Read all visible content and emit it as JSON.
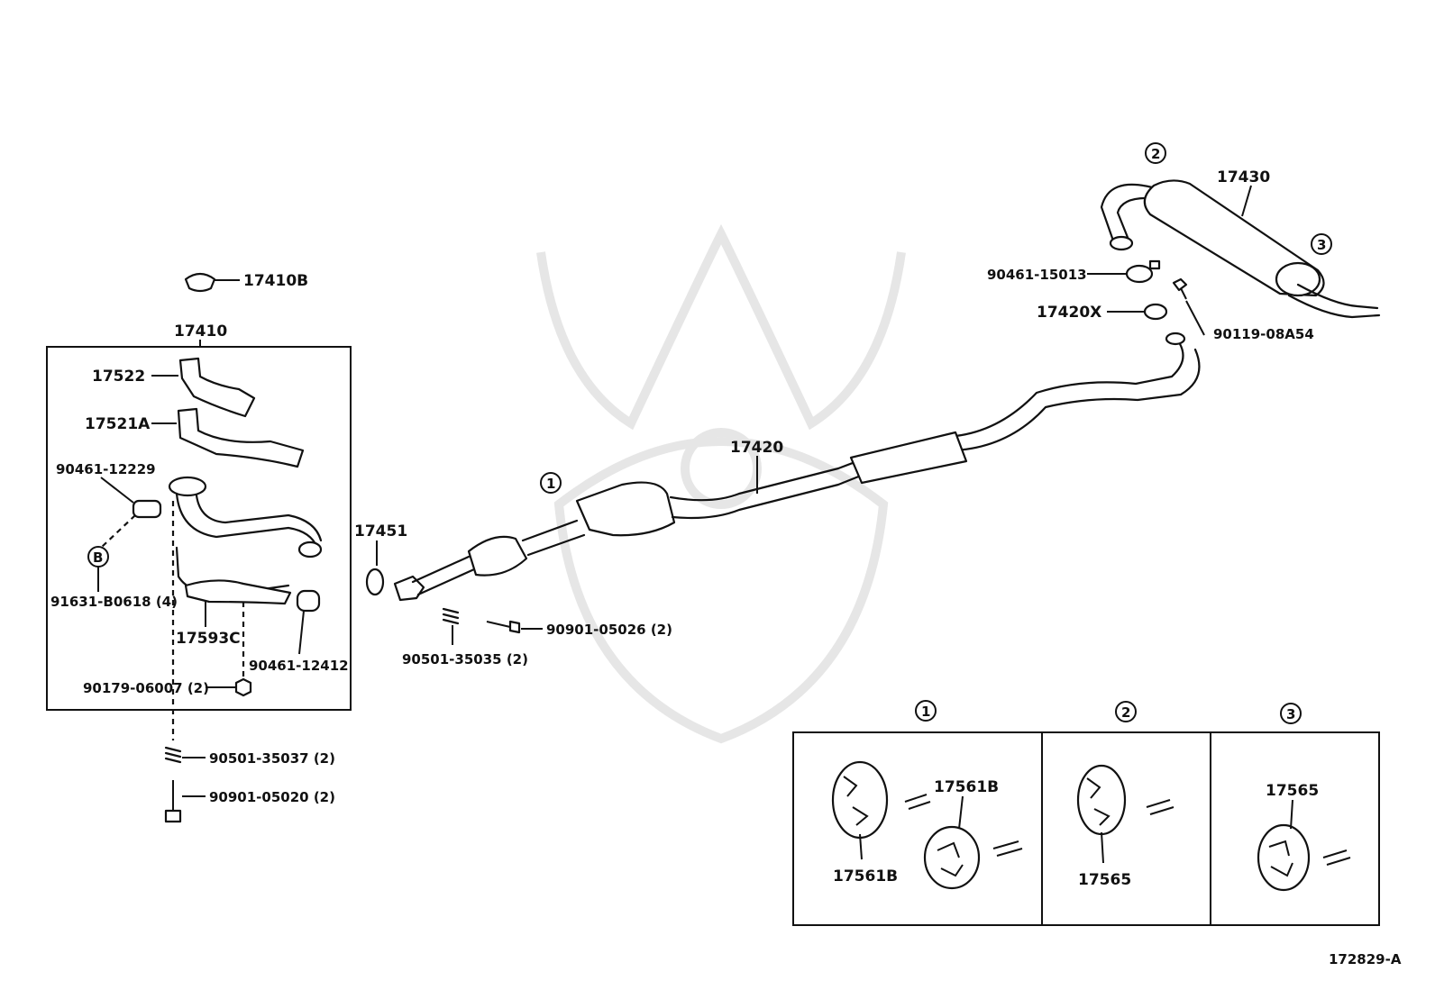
{
  "diagram_id": "172829-A",
  "labels": {
    "p17410B": "17410B",
    "p17410": "17410",
    "p17522": "17522",
    "p17521A": "17521A",
    "p90461_12229": "90461-12229",
    "calloutB": "B",
    "p91631": "91631-B0618 (4)",
    "p17593C": "17593C",
    "p90461_12412": "90461-12412",
    "p90179": "90179-06007 (2)",
    "p90501_35037": "90501-35037 (2)",
    "p90901_05020": "90901-05020 (2)",
    "p17451": "17451",
    "p90501_35035": "90501-35035 (2)",
    "p90901_05026": "90901-05026 (2)",
    "p17420": "17420",
    "p17430": "17430",
    "p90461_15013": "90461-15013",
    "p17420X": "17420X",
    "p90119": "90119-08A54",
    "call1": "1",
    "call2": "2",
    "call3": "3",
    "inset1_a": "17561B",
    "inset1_b": "17561B",
    "inset2_a": "17565",
    "inset3_a": "17565"
  }
}
